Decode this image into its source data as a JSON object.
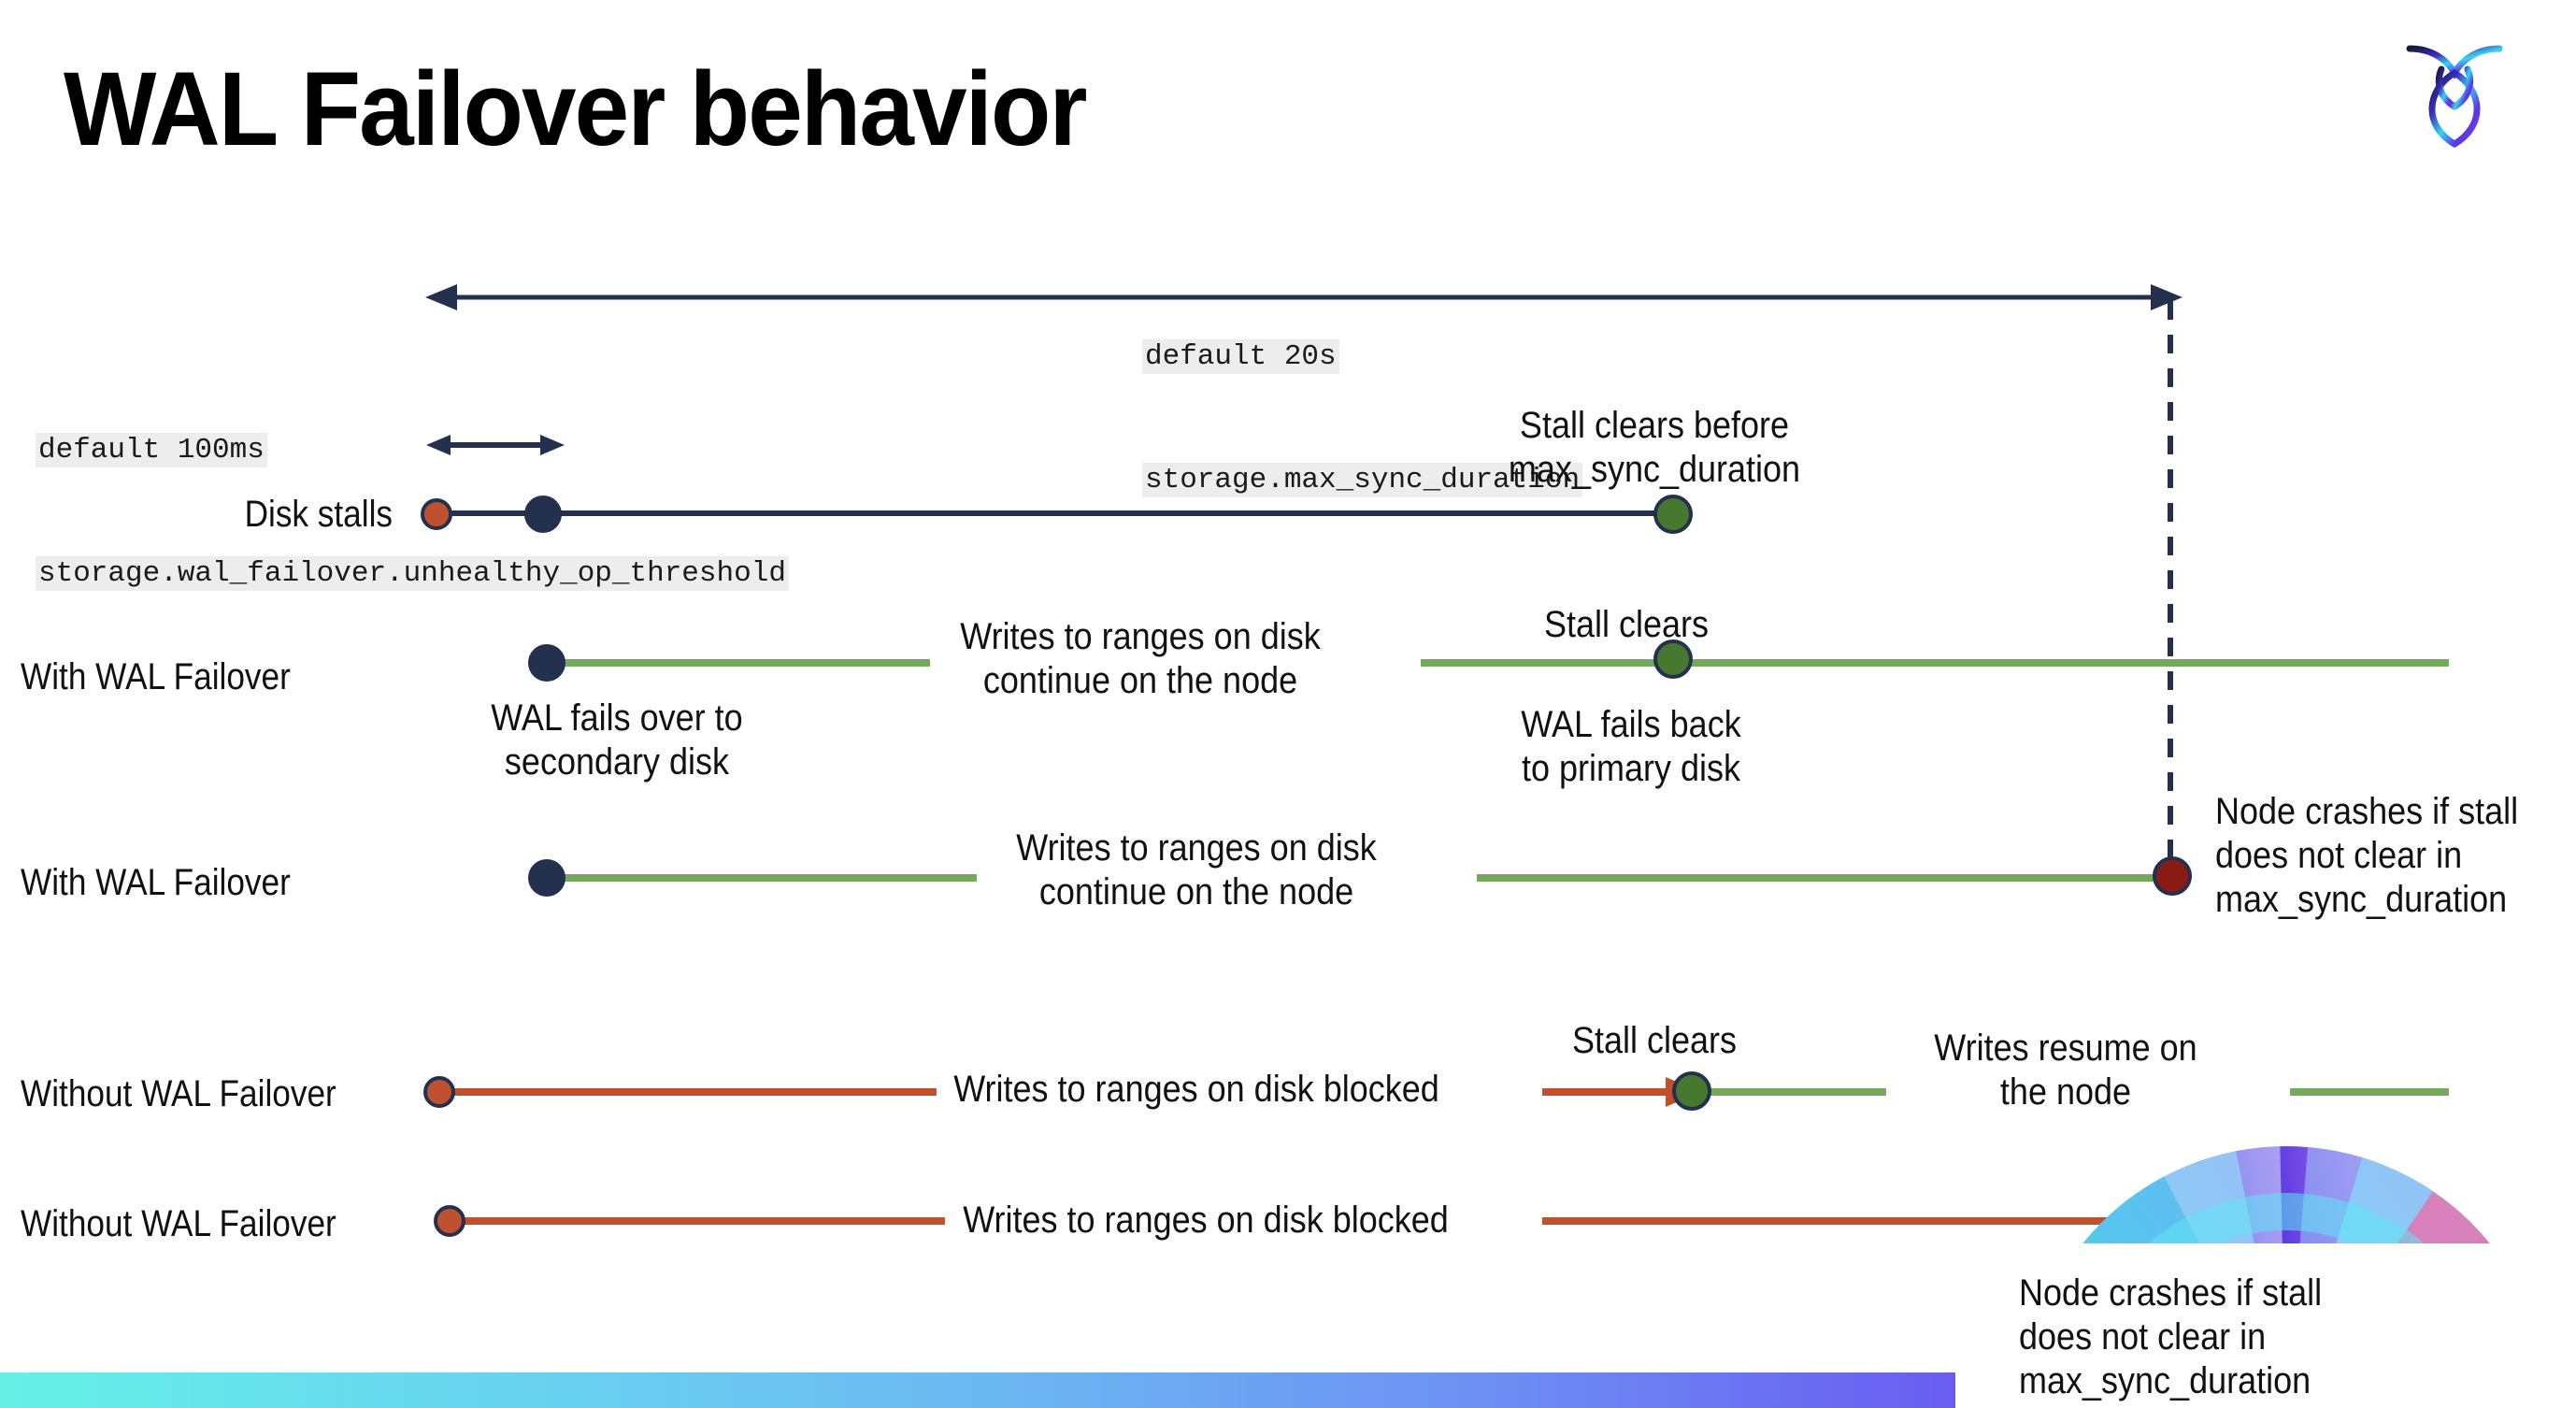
{
  "slide": {
    "title": "WAL Failover behavior",
    "logo_name": "cockroach-labs-logo"
  },
  "config_labels": {
    "max_sync": {
      "default_line": "default 20s",
      "setting_line": "storage.max_sync_duration"
    },
    "unhealthy_threshold": {
      "default_line": "default 100ms",
      "setting_line": "storage.wal_failover.unhealthy_op_threshold"
    }
  },
  "rows": [
    {
      "id": "disk-stalls",
      "label": "Disk stalls",
      "note_above_right": "Stall clears before\nmax_sync_duration"
    },
    {
      "id": "with-wal-failover-1",
      "label": "With WAL Failover",
      "note_start_below": "WAL fails over to\nsecondary disk",
      "note_middle": "Writes to ranges on disk\ncontinue on the node",
      "note_clear_above": "Stall clears",
      "note_clear_below": "WAL fails  back\nto primary disk"
    },
    {
      "id": "with-wal-failover-2",
      "label": "With WAL Failover",
      "note_middle": "Writes to ranges on disk\ncontinue on the node",
      "note_crash": "Node crashes if stall\ndoes not clear in\nmax_sync_duration"
    },
    {
      "id": "without-wal-failover-1",
      "label": "Without WAL Failover",
      "note_middle": "Writes to ranges on disk  blocked",
      "note_clear_above": "Stall clears",
      "note_resume": "Writes resume on\nthe node"
    },
    {
      "id": "without-wal-failover-2",
      "label": "Without WAL Failover",
      "note_middle": "Writes to ranges on disk  blocked",
      "note_crash": "Node crashes if stall\ndoes not clear in\nmax_sync_duration"
    }
  ],
  "colors": {
    "navy": "#23314f",
    "orange": "#c0512f",
    "green_line": "#74a95c",
    "green_dot": "#47782f",
    "dark_red": "#8b1a14",
    "mono_bg": "#ededed",
    "bar_cyan": "#66f0e5",
    "bar_purple": "#7b4ff2"
  },
  "icons": {
    "span_arrow": "double-headed-arrow-icon",
    "threshold_arrow": "double-headed-arrow-icon",
    "dashed_guide": "dashed-vertical-guide-icon"
  }
}
